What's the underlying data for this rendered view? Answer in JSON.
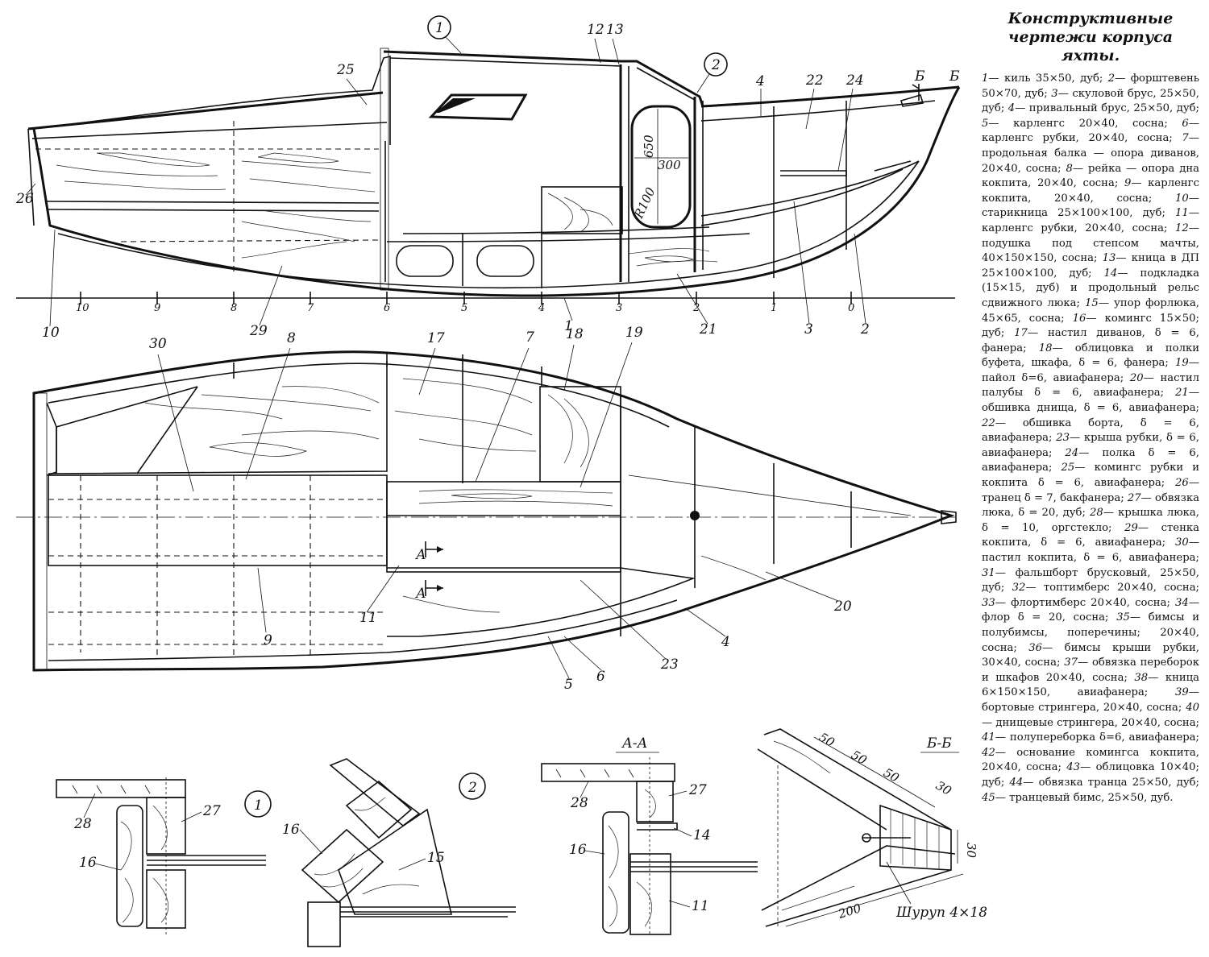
{
  "title": "Конструктивные чертежи корпуса яхты.",
  "specs": [
    {
      "n": "1",
      "text": "— киль 35×50, дуб;"
    },
    {
      "n": "2",
      "text": "— форштевень 50×70, дуб;"
    },
    {
      "n": "3",
      "text": "— скуловой брус, 25×50, дуб;"
    },
    {
      "n": "4",
      "text": "— привальный брус, 25×50, дуб;"
    },
    {
      "n": "5",
      "text": "— карленгс 20×40, сосна;"
    },
    {
      "n": "6",
      "text": "— карленгс рубки, 20×40, сосна;"
    },
    {
      "n": "7",
      "text": "— продольная балка — опора диванов, 20×40, сосна;"
    },
    {
      "n": "8",
      "text": "— рейка — опора дна кокпита, 20×40, сосна;"
    },
    {
      "n": "9",
      "text": "— карленгс кокпита, 20×40, сосна;"
    },
    {
      "n": "10",
      "text": "— старикница 25×100×100, дуб;"
    },
    {
      "n": "11",
      "text": "— карленгс рубки, 20×40, сосна;"
    },
    {
      "n": "12",
      "text": "— подушка под степсом мачты, 40×150×150, сосна;"
    },
    {
      "n": "13",
      "text": "— кница в ДП 25×100×100, дуб;"
    },
    {
      "n": "14",
      "text": "— подкладка (15×15, дуб) и продольный рельс сдвижного люка;"
    },
    {
      "n": "15",
      "text": "— упор форлюка, 45×65, сосна;"
    },
    {
      "n": "16",
      "text": "— комингс 15×50; дуб;"
    },
    {
      "n": "17",
      "text": "— настил диванов, δ = 6, фанера;"
    },
    {
      "n": "18",
      "text": "— облицовка и полки буфета, шкафа, δ = 6, фанера;"
    },
    {
      "n": "19",
      "text": "— пайол δ=6, авиафанера;"
    },
    {
      "n": "20",
      "text": "— настил палубы δ = 6, авиафанера;"
    },
    {
      "n": "21",
      "text": "— обшивка днища, δ = 6, авиафанера;"
    },
    {
      "n": "22",
      "text": "— обшивка борта, δ = 6, авиафанера;"
    },
    {
      "n": "23",
      "text": "— крыша рубки, δ = 6, авиафанера;"
    },
    {
      "n": "24",
      "text": "— полка δ = 6, авиафанера;"
    },
    {
      "n": "25",
      "text": "— комингс рубки и кокпита δ = 6, авиафанера;"
    },
    {
      "n": "26",
      "text": "— транец δ = 7, бакфанера;"
    },
    {
      "n": "27",
      "text": "— обвязка люка, δ = 20, дуб;"
    },
    {
      "n": "28",
      "text": "— крышка люка, δ = 10, оргстекло;"
    },
    {
      "n": "29",
      "text": "— стенка кокпита, δ = 6, авиафанера;"
    },
    {
      "n": "30",
      "text": "— пастил кокпита, δ = 6, авиафанера;"
    },
    {
      "n": "31",
      "text": "— фальшборт брусковый, 25×50, дуб;"
    },
    {
      "n": "32",
      "text": "— топтимберс 20×40, сосна;"
    },
    {
      "n": "33",
      "text": "— флортимберс 20×40, сосна;"
    },
    {
      "n": "34",
      "text": "— флор δ = 20, сосна;"
    },
    {
      "n": "35",
      "text": "— бимсы и полубимсы, поперечины; 20×40, сосна;"
    },
    {
      "n": "36",
      "text": "— бимсы крыши рубки, 30×40, сосна;"
    },
    {
      "n": "37",
      "text": "— обвязка переборок и шкафов 20×40, сосна;"
    },
    {
      "n": "38",
      "text": "— кница 6×150×150, авиафанера;"
    },
    {
      "n": "39",
      "text": "— бортовые стрингера, 20×40, сосна;"
    },
    {
      "n": "40",
      "text": "— днищевые стрингера, 20×40, сосна;"
    },
    {
      "n": "41",
      "text": "— полупереборка δ=6, авиафанера;"
    },
    {
      "n": "42",
      "text": "— основание комингса кокпита, 20×40, сосна;"
    },
    {
      "n": "43",
      "text": "— облицовка 10×40; дуб;"
    },
    {
      "n": "44",
      "text": "— обвязка транца 25×50, дуб;"
    },
    {
      "n": "45",
      "text": "— транцевый бимс, 25×50, дуб."
    }
  ],
  "profile": {
    "stations": [
      "10",
      "9",
      "8",
      "7",
      "6",
      "5",
      "4",
      "3",
      "2",
      "1",
      "0"
    ],
    "section_mark": "Б",
    "dims": {
      "height": "650",
      "width": "300",
      "radius": "R100"
    },
    "callouts": {
      "c1": "1",
      "c2": "2",
      "c3": "3",
      "c4": "4",
      "c10": "10",
      "c12": "12",
      "c13": "13",
      "c21": "21",
      "c22": "22",
      "c24": "24",
      "c25": "25",
      "c26": "26",
      "c29": "29"
    }
  },
  "plan": {
    "section_mark": "А",
    "callouts": {
      "c4": "4",
      "c5": "5",
      "c6": "6",
      "c7": "7",
      "c8": "8",
      "c9": "9",
      "c11": "11",
      "c17": "17",
      "c18": "18",
      "c19": "19",
      "c20": "20",
      "c23": "23",
      "c30": "30"
    }
  },
  "details": {
    "d1": {
      "mark": "1",
      "callouts": {
        "c16": "16",
        "c27": "27",
        "c28": "28"
      }
    },
    "d2": {
      "mark": "2",
      "callouts": {
        "c15": "15",
        "c16": "16"
      }
    },
    "aa": {
      "title": "А-А",
      "callouts": {
        "c11": "11",
        "c14": "14",
        "c16": "16",
        "c27": "27",
        "c28": "28"
      }
    },
    "bb": {
      "title": "Б-Б",
      "dims": [
        "50",
        "50",
        "50",
        "30",
        "30",
        "200"
      ],
      "screw": "Шуруп 4×18"
    }
  }
}
